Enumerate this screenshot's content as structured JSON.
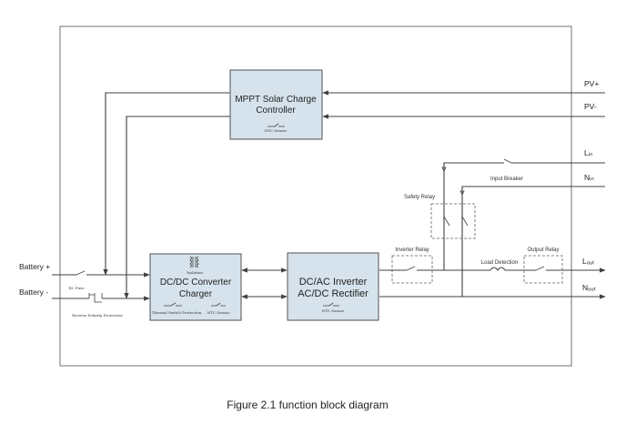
{
  "blocks": {
    "mppt": {
      "line1": "MPPT  Solar Charge",
      "line2": "Controller",
      "sensor": "NTC Sensor"
    },
    "dcdc": {
      "line1": "DC/DC Converter",
      "line2": "Charger",
      "isolation": "Isolation",
      "thermal": "Thermal Switch Protection",
      "sensor": "NTC Sensor"
    },
    "inverter": {
      "line1": "DC/AC Inverter",
      "line2": "AC/DC Rectifier",
      "sensor": "NTC Sensor"
    }
  },
  "ports": {
    "pv_plus": "PV+",
    "pv_minus": "PV-",
    "l_in": "Lᵢₙ",
    "n_in": "Nᵢₙ",
    "l_out": "Lₒᵤₜ",
    "n_out": "Nₒᵤₜ",
    "battery_plus": "Battery +",
    "battery_minus": "Battery -"
  },
  "components": {
    "input_breaker": "Input Breaker",
    "safety_relay": "Safety Relay",
    "inverter_relay": "Inverter Relay",
    "load_detection": "Load Detection",
    "output_relay": "Output Relay",
    "dc_fuse": "DC Fuse",
    "reverse_polarity": "Reverse Polarity Protection"
  },
  "caption": "Figure 2.1 function block diagram"
}
